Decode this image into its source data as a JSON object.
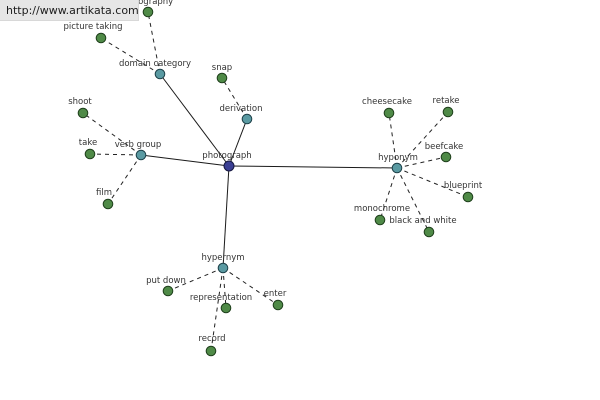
{
  "banner": {
    "url": "http://www.artikata.com"
  },
  "colors": {
    "leaf_node": "#4f8a47",
    "hub_node": "#5a9aa2",
    "center_node": "#3b3f94",
    "edge": "#1a1a1a"
  },
  "graph": {
    "center": {
      "label": "photograph"
    },
    "hubs": [
      {
        "key": "domain",
        "label": "domain category"
      },
      {
        "key": "derivation",
        "label": "derivation"
      },
      {
        "key": "verb",
        "label": "verb group"
      },
      {
        "key": "hyponym",
        "label": "hyponym"
      },
      {
        "key": "hypernym",
        "label": "hypernym"
      }
    ],
    "leaves": [
      {
        "key": "photography",
        "hub": "domain",
        "label": "photography"
      },
      {
        "key": "picture_taking",
        "hub": "domain",
        "label": "picture taking"
      },
      {
        "key": "snap",
        "hub": "derivation",
        "label": "snap"
      },
      {
        "key": "shoot",
        "hub": "verb",
        "label": "shoot"
      },
      {
        "key": "take",
        "hub": "verb",
        "label": "take"
      },
      {
        "key": "film",
        "hub": "verb",
        "label": "film"
      },
      {
        "key": "cheesecake",
        "hub": "hyponym",
        "label": "cheesecake"
      },
      {
        "key": "retake",
        "hub": "hyponym",
        "label": "retake"
      },
      {
        "key": "beefcake",
        "hub": "hyponym",
        "label": "beefcake"
      },
      {
        "key": "blueprint",
        "hub": "hyponym",
        "label": "blueprint"
      },
      {
        "key": "black_and_white",
        "hub": "hyponym",
        "label": "black and white"
      },
      {
        "key": "monochrome",
        "hub": "hyponym",
        "label": "monochrome"
      },
      {
        "key": "put_down",
        "hub": "hypernym",
        "label": "put down"
      },
      {
        "key": "representation",
        "hub": "hypernym",
        "label": "representation"
      },
      {
        "key": "enter",
        "hub": "hypernym",
        "label": "enter"
      },
      {
        "key": "record",
        "hub": "hypernym",
        "label": "record"
      }
    ]
  }
}
